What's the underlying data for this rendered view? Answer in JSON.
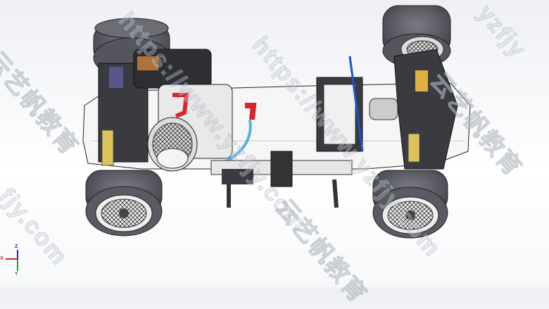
{
  "viewport": {
    "model": "rc-car-chassis-assembly",
    "colors": {
      "tire": "#5f6068",
      "chassis": "#f4f4f4",
      "frame": "#2e2f33",
      "fuel_line": "#4fb3e0",
      "ignition": "#d9262a",
      "steering_rod": "#1f4fd0",
      "shock": "#e0c25a"
    }
  },
  "watermark": {
    "url_text": "https://www.yzfjy.com",
    "url_fragment_left": "fjy.com",
    "url_fragment_top": "yzfjy",
    "brand_text": "云艺帆教育"
  },
  "triad": {
    "x_label": "X",
    "y_label": "Y",
    "z_label": "Z",
    "x_color": "#d02020",
    "y_color": "#20a020",
    "z_color": "#2020c0"
  }
}
